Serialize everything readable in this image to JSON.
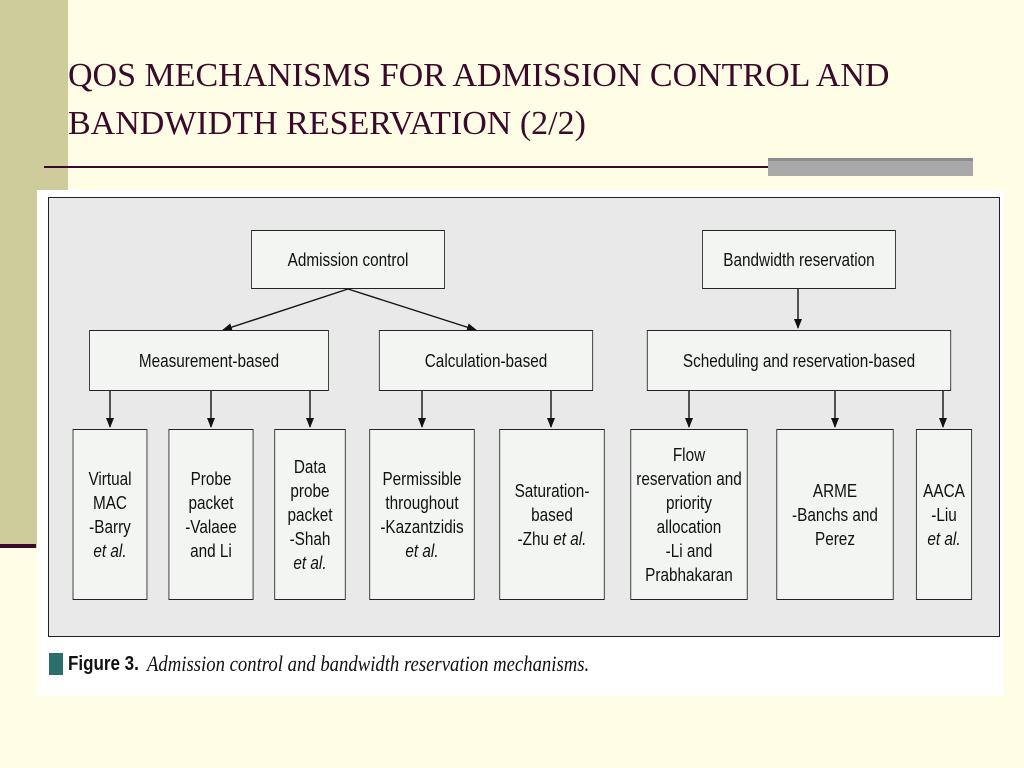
{
  "slide": {
    "title": "QOS MECHANISMS FOR ADMISSION CONTROL AND BANDWIDTH RESERVATION (2/2)"
  },
  "figure": {
    "caption_label": "Figure 3.",
    "caption_text": "Admission control and bandwidth reservation mechanisms.",
    "top_nodes": {
      "admission_control": "Admission control",
      "bandwidth_reservation": "Bandwidth reservation"
    },
    "categories": {
      "measurement": "Measurement-based",
      "calculation": "Calculation-based",
      "scheduling": "Scheduling and reservation-based"
    },
    "leaves": {
      "virtual_mac": [
        "Virtual",
        "MAC",
        "-Barry",
        "et al."
      ],
      "probe_packet": [
        "Probe",
        "packet",
        "-Valaee",
        "and Li"
      ],
      "data_probe": [
        "Data",
        "probe",
        "packet",
        "-Shah",
        "et al."
      ],
      "permissible": [
        "Permissible",
        "throughout",
        "-Kazantzidis",
        "et al."
      ],
      "saturation": [
        "Saturation-",
        "based",
        "-Zhu ",
        "et al."
      ],
      "flow": [
        "Flow",
        "reservation and",
        "priority",
        "allocation",
        "-Li and",
        "Prabhakaran"
      ],
      "arme": [
        "ARME",
        "-Banchs and",
        "Perez"
      ],
      "aaca": [
        "AACA",
        "-Liu",
        "et al."
      ]
    }
  },
  "colors": {
    "background": "#fffde5",
    "sidebar": "#cdcc9a",
    "title_text": "#3a0a2a",
    "figure_frame": "#e9e9e9",
    "node_fill": "#f3f5f3",
    "caption_marker": "#2b6e6a"
  }
}
